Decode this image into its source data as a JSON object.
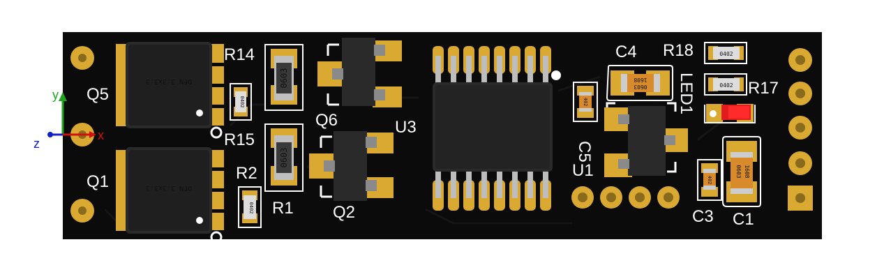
{
  "labels": {
    "q5": "Q5",
    "q1": "Q1",
    "q6": "Q6",
    "q2": "Q2",
    "r14": "R14",
    "r15": "R15",
    "r2": "R2",
    "r1": "R1",
    "u3": "U3",
    "u1": "U1",
    "c4": "C4",
    "c5": "C5",
    "r18": "R18",
    "r17": "R17",
    "led1": "LED1",
    "c3": "C3",
    "c1": "C1"
  },
  "markings": {
    "dfn_top": "DFN 3.3x3.3",
    "dfn_bottom": "DFN 3.3x3.3",
    "r14_body": "0603",
    "r15_body": "0603",
    "r15_small": "0402",
    "r2_small": "0402",
    "c4_body_a": "1608",
    "c4_body_b": "0603",
    "c5_body": "402",
    "r18_body": "0402",
    "r17_body": "0402",
    "c3_body": "402",
    "c1_body_a": "1608",
    "c1_body_b": "0603"
  },
  "axes": {
    "x": "x",
    "y": "y",
    "z": "z"
  },
  "colors": {
    "board": "#0b0b0b",
    "pad": "#d9a932",
    "silkscreen": "#ffffff",
    "chip": "#222222",
    "led": "#e01c1c",
    "x_axis": "#d21010",
    "y_axis": "#1fa31f",
    "z_axis": "#1020c8"
  }
}
